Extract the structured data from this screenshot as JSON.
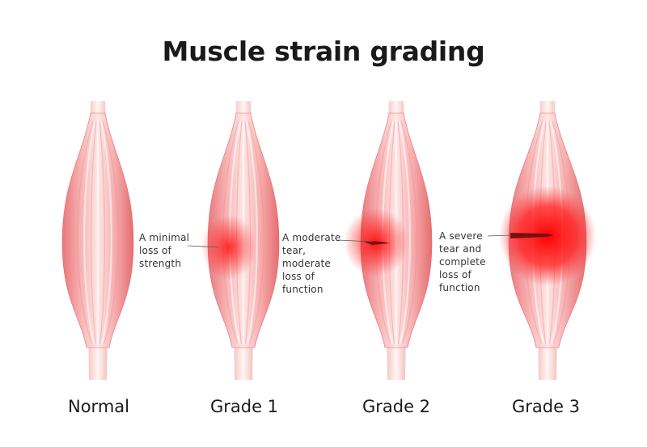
{
  "title": "Muscle strain grading",
  "muscles": [
    {
      "label": "Normal",
      "annotation": ""
    },
    {
      "label": "Grade 1",
      "annotation": "A minimal\nloss of\nstrength"
    },
    {
      "label": "Grade 2",
      "annotation": "A moderate\ntear,\nmoderate\nloss of\nfunction"
    },
    {
      "label": "Grade 3",
      "annotation": "A severe\ntear and\ncomplete\nloss of\nfunction"
    }
  ],
  "colors": {
    "muscle_base": "#f4989a",
    "muscle_edge": "#e86b6f",
    "injury": "#ff1a1a",
    "tear": "#7a0f12"
  }
}
